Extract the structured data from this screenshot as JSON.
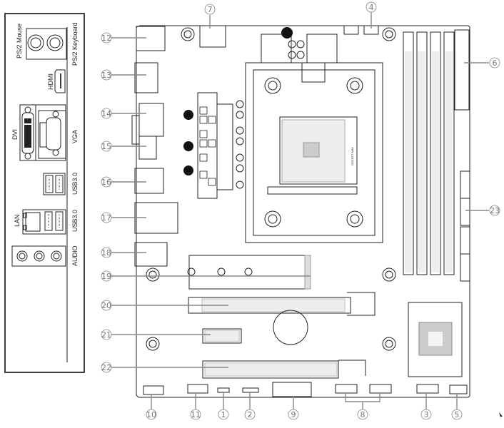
{
  "diagram": {
    "title": "Motherboard layout",
    "io_panel": {
      "labels": [
        {
          "id": "ps2_mouse",
          "text": "PS/2 Mouse"
        },
        {
          "id": "ps2_keyboard",
          "text": "PS/2 Keyboard"
        },
        {
          "id": "hdmi",
          "text": "HDMI"
        },
        {
          "id": "dvi",
          "text": "DVI"
        },
        {
          "id": "vga",
          "text": "VGA"
        },
        {
          "id": "usb30_a",
          "text": "USB3.0"
        },
        {
          "id": "lan",
          "text": "LAN"
        },
        {
          "id": "usb30_b",
          "text": "USB3.0"
        },
        {
          "id": "audio",
          "text": "AUDIO"
        }
      ]
    },
    "socket_label": "SOCKET AM4",
    "callouts": [
      {
        "num": "1",
        "glyph": "①"
      },
      {
        "num": "2",
        "glyph": "②"
      },
      {
        "num": "3",
        "glyph": "③"
      },
      {
        "num": "4",
        "glyph": "④"
      },
      {
        "num": "5",
        "glyph": "⑤"
      },
      {
        "num": "6",
        "glyph": "⑥"
      },
      {
        "num": "7",
        "glyph": "⑦"
      },
      {
        "num": "8",
        "glyph": "⑧"
      },
      {
        "num": "9",
        "glyph": "⑨"
      },
      {
        "num": "10",
        "glyph": "⑩"
      },
      {
        "num": "11",
        "glyph": "⑪"
      },
      {
        "num": "12",
        "glyph": "⑫"
      },
      {
        "num": "13",
        "glyph": "⑬"
      },
      {
        "num": "14",
        "glyph": "⑭"
      },
      {
        "num": "15",
        "glyph": "⑮"
      },
      {
        "num": "16",
        "glyph": "⑯"
      },
      {
        "num": "17",
        "glyph": "⑰"
      },
      {
        "num": "18",
        "glyph": "⑱"
      },
      {
        "num": "19",
        "glyph": "⑲"
      },
      {
        "num": "20",
        "glyph": "⑳"
      },
      {
        "num": "21",
        "glyph": "㉑"
      },
      {
        "num": "22",
        "glyph": "㉒"
      },
      {
        "num": "23",
        "glyph": "㉓"
      }
    ]
  }
}
